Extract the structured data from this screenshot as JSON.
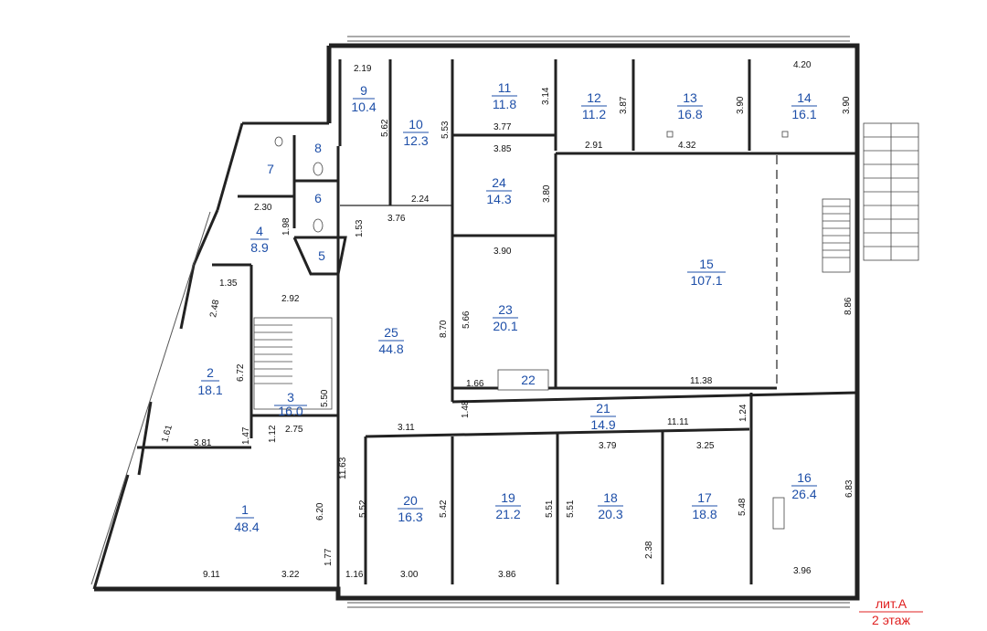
{
  "plan_label": {
    "line1": "лит.А",
    "line2": "2 этаж"
  },
  "rooms": [
    {
      "n": "1",
      "a": "48.4"
    },
    {
      "n": "2",
      "a": "18.1"
    },
    {
      "n": "3",
      "a": "16.0"
    },
    {
      "n": "4",
      "a": "8.9"
    },
    {
      "n": "5",
      "a": ""
    },
    {
      "n": "6",
      "a": ""
    },
    {
      "n": "7",
      "a": ""
    },
    {
      "n": "8",
      "a": ""
    },
    {
      "n": "9",
      "a": "10.4"
    },
    {
      "n": "10",
      "a": "12.3"
    },
    {
      "n": "11",
      "a": "11.8"
    },
    {
      "n": "12",
      "a": "11.2"
    },
    {
      "n": "13",
      "a": "16.8"
    },
    {
      "n": "14",
      "a": "16.1"
    },
    {
      "n": "15",
      "a": "107.1"
    },
    {
      "n": "16",
      "a": "26.4"
    },
    {
      "n": "17",
      "a": "18.8"
    },
    {
      "n": "18",
      "a": "20.3"
    },
    {
      "n": "19",
      "a": "21.2"
    },
    {
      "n": "20",
      "a": "16.3"
    },
    {
      "n": "21",
      "a": "14.9"
    },
    {
      "n": "22",
      "a": ""
    },
    {
      "n": "23",
      "a": "20.1"
    },
    {
      "n": "24",
      "a": "14.3"
    },
    {
      "n": "25",
      "a": "44.8"
    }
  ],
  "dims": [
    "2.19",
    "5.62",
    "5.53",
    "3.14",
    "3.77",
    "3.87",
    "3.90",
    "4.20",
    "3.90",
    "3.85",
    "2.91",
    "4.32",
    "2.30",
    "1.98",
    "1.53",
    "3.76",
    "2.24",
    "3.80",
    "3.90",
    "1.35",
    "2.48",
    "2.92",
    "8.70",
    "5.66",
    "8.86",
    "6.72",
    "5.50",
    "1.66",
    "11.38",
    "1.48",
    "1.24",
    "1.61",
    "1.47",
    "1.12",
    "2.75",
    "3.11",
    "11.11",
    "3.79",
    "3.25",
    "3.81",
    "11.63",
    "5.52",
    "5.42",
    "5.51",
    "5.51",
    "5.48",
    "6.83",
    "6.20",
    "2.38",
    "1.77",
    "9.11",
    "3.22",
    "1.16",
    "3.00",
    "3.86",
    "3.96"
  ]
}
